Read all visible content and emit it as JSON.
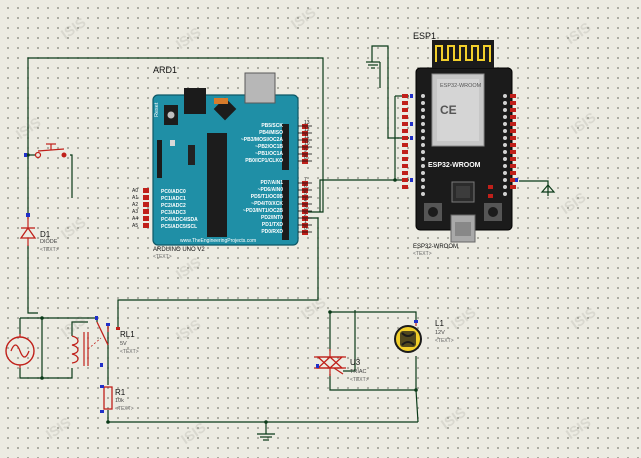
{
  "arduino": {
    "ref": "ARD1",
    "model": "ARDUINO UNO V2",
    "text_placeholder": "<TEXT>",
    "reset_label": "Reset",
    "website": "www.TheEngineeringProjects.com",
    "left_pins": [
      "PC0/ADC0",
      "PC1/ADC1",
      "PC2/ADC2",
      "PC3/ADC3",
      "PC4/ADC4/SDA",
      "PC5/ADC5/SCL"
    ],
    "analog_labels": [
      "A0",
      "A1",
      "A2",
      "A3",
      "A4",
      "A5"
    ],
    "right_pins_top": [
      "PB5/SCK",
      "PB4/MISO",
      "~PB3/MOSI/OC2A",
      "~PB2/OC1B",
      "~PB1/OC1A",
      "PB0/ICP1/CLKO"
    ],
    "right_pins_bottom": [
      "PD7/AIN1",
      "~PD6/AIN0",
      "PD5/T1/OC0B",
      "~PD4/T0/XCK",
      "~PD3/INT1/OC2B",
      "PD2/INT0",
      "PD1/TXD",
      "PD0/RXD"
    ],
    "pin_numbers": [
      "13",
      "12",
      "11",
      "10",
      "9",
      "8",
      "7",
      "6",
      "5",
      "4",
      "3",
      "2",
      "1",
      "0"
    ]
  },
  "esp32": {
    "ref": "ESP1",
    "model": "ESP32-WROOM",
    "board_label": "ESP32-WROOM",
    "text_placeholder": "<TEXT>",
    "module_text": "ESP32-WROOM"
  },
  "d1": {
    "ref": "D1",
    "type": "DIODE",
    "text": "<TEXT>"
  },
  "rl1": {
    "ref": "RL1",
    "value": "5V",
    "text": "<TEXT>"
  },
  "r1": {
    "ref": "R1",
    "value": "10k",
    "text": "<TEXT>"
  },
  "u3": {
    "ref": "U3",
    "type": "TRIAC",
    "text": "<TEXT>"
  },
  "l1": {
    "ref": "L1",
    "value": "12V",
    "text": "<TEXT>"
  },
  "watermark": "ISIS",
  "colors": {
    "background": "#ecebe2",
    "wire": "#0a3a18",
    "arduino_board": "#1f8fa6",
    "esp_board": "#1b1b1b",
    "component_red": "#c0201a",
    "pin_red": "#c0201a",
    "pin_blue": "#2030c8",
    "bulb_yellow": "#f1cf2b"
  }
}
